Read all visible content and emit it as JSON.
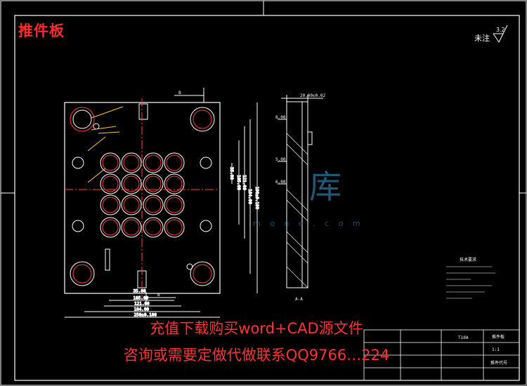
{
  "title": "推件板",
  "roughness": {
    "label": "未注",
    "value": "3.2"
  },
  "watermark": {
    "text": "库",
    "url": "m o n e . c o m"
  },
  "promo": {
    "line1": "充值下载购买word+CAD源文件",
    "line2": "咨询或需要定做代做联系QQ9766…224"
  },
  "dimensions": {
    "bottom": [
      "35.00",
      "105.00",
      "121.00",
      "184.00",
      "250±0.100"
    ],
    "right": [
      "35.00",
      "105.00",
      "121.00",
      "184.00",
      "190±0.100"
    ],
    "section_label": "20.00±0.02",
    "section_ticks": [
      "8.00",
      "5.00",
      "6.00"
    ],
    "section_name": "A-A"
  },
  "section_marks": [
    "B",
    "B"
  ],
  "title_block": {
    "part_name": "推件板",
    "material": "T10A",
    "drawing_no": "推件代号",
    "scale": "1:1"
  },
  "notes_heading": "技术要求"
}
